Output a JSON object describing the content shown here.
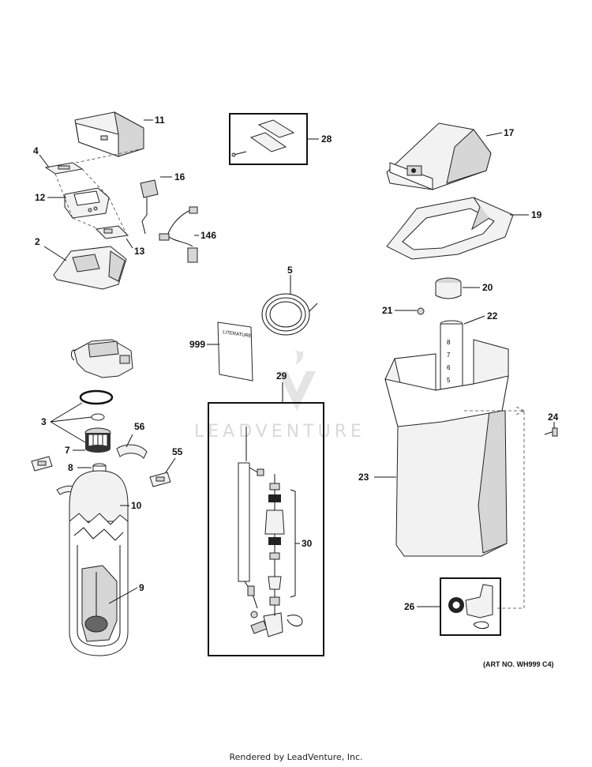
{
  "callouts": [
    {
      "id": "c11",
      "text": "11"
    },
    {
      "id": "c4",
      "text": "4"
    },
    {
      "id": "c12",
      "text": "12"
    },
    {
      "id": "c16",
      "text": "16"
    },
    {
      "id": "c13",
      "text": "13"
    },
    {
      "id": "c146",
      "text": "146"
    },
    {
      "id": "c2",
      "text": "2"
    },
    {
      "id": "c28",
      "text": "28"
    },
    {
      "id": "c5",
      "text": "5"
    },
    {
      "id": "c999",
      "text": "999"
    },
    {
      "id": "c29",
      "text": "29"
    },
    {
      "id": "c30",
      "text": "30"
    },
    {
      "id": "c17",
      "text": "17"
    },
    {
      "id": "c19",
      "text": "19"
    },
    {
      "id": "c20",
      "text": "20"
    },
    {
      "id": "c21",
      "text": "21"
    },
    {
      "id": "c22",
      "text": "22"
    },
    {
      "id": "c23",
      "text": "23"
    },
    {
      "id": "c24",
      "text": "24"
    },
    {
      "id": "c26",
      "text": "26"
    },
    {
      "id": "c3",
      "text": "3"
    },
    {
      "id": "c56",
      "text": "56"
    },
    {
      "id": "c7",
      "text": "7"
    },
    {
      "id": "c8",
      "text": "8"
    },
    {
      "id": "c55",
      "text": "55"
    },
    {
      "id": "c10",
      "text": "10"
    },
    {
      "id": "c9",
      "text": "9"
    }
  ],
  "literature_label": "LITERATURE",
  "tube_marks": [
    "8",
    "7",
    "6",
    "5"
  ],
  "watermark": "LEADVENTURE",
  "art_number": "(ART NO. WH999 C4)",
  "footer": "Rendered by LeadVenture, Inc.",
  "colors": {
    "line": "#222222",
    "fill": "#f2f2f2",
    "shade": "#d6d6d6",
    "watermark": "#d9d9d9"
  }
}
